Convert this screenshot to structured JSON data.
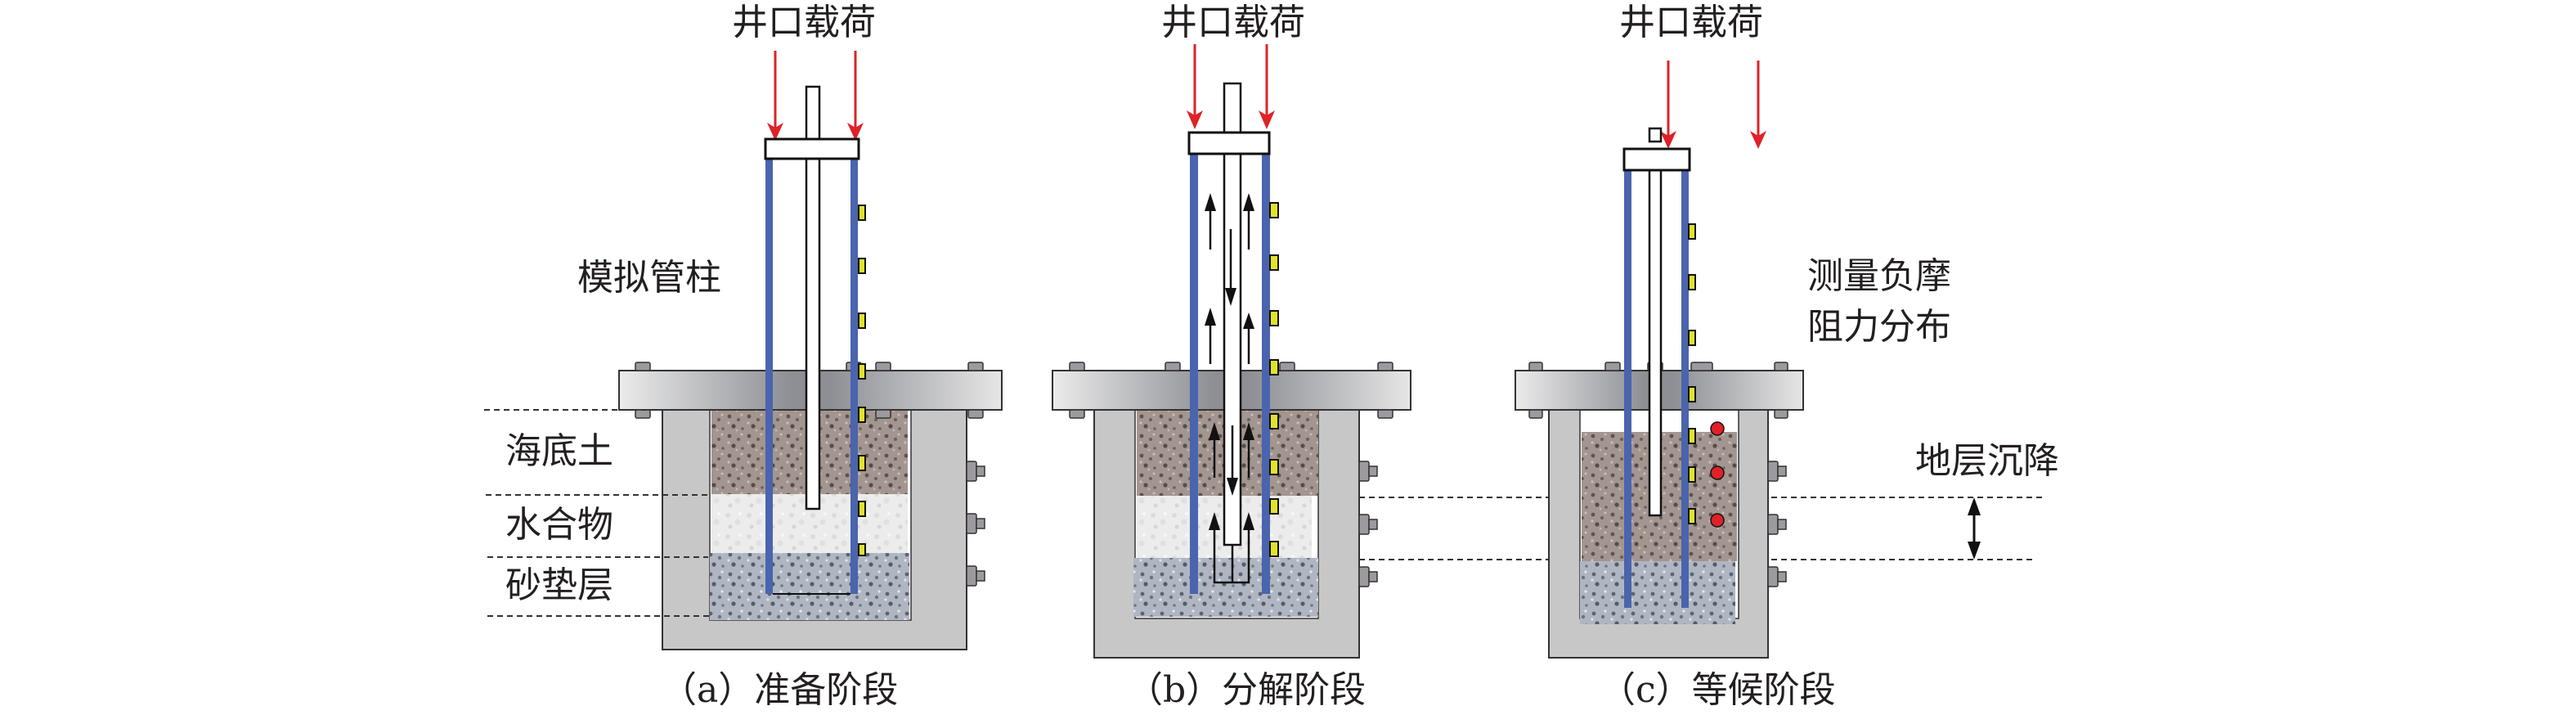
{
  "figure": {
    "panels": [
      {
        "id": "a",
        "caption": "（a）准备阶段",
        "load_label": "井口载荷",
        "side_label": "模拟管柱",
        "layer_labels": [
          "海底土",
          "水合物",
          "砂垫层"
        ]
      },
      {
        "id": "b",
        "caption": "（b）分解阶段",
        "load_label": "井口载荷"
      },
      {
        "id": "c",
        "caption": "（c）等候阶段",
        "load_label": "井口载荷",
        "measure_label_line1": "测量负摩",
        "measure_label_line2": "阻力分布",
        "settlement_label": "地层沉降"
      }
    ],
    "colors": {
      "pipe_blue": "#4a64ad",
      "load_arrow_red": "#e02127",
      "sensor_yellow": "#e1e32c",
      "marker_red": "#e02127",
      "container_gray": "#c8c7c8",
      "seabed_soil": "#a0938e",
      "hydrate": "#ececec",
      "sand_cushion": "#a9afba"
    }
  }
}
